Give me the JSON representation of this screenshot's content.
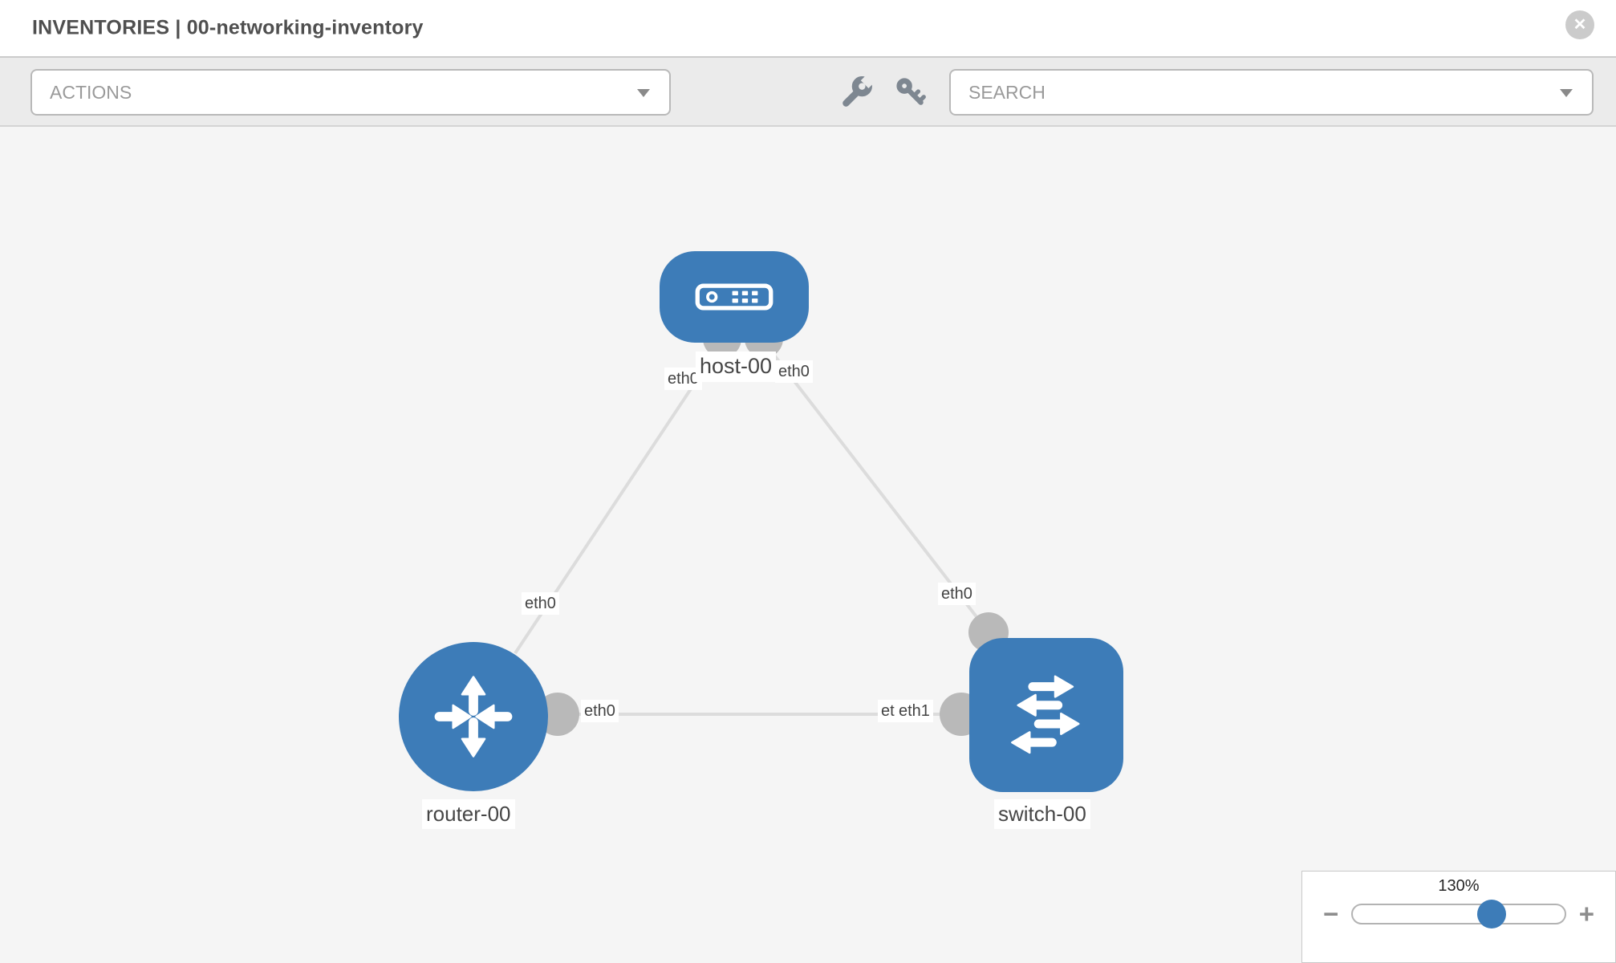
{
  "header": {
    "title": "INVENTORIES | 00-networking-inventory",
    "close_glyph": "✕"
  },
  "toolbar": {
    "actions_label": "ACTIONS",
    "search_placeholder": "SEARCH",
    "icons": [
      "wrench-icon",
      "key-icon"
    ]
  },
  "topology": {
    "nodes": [
      {
        "label": "host-00",
        "type": "host"
      },
      {
        "label": "router-00",
        "type": "router"
      },
      {
        "label": "switch-00",
        "type": "switch"
      }
    ],
    "links": [
      {
        "from": "host-00",
        "to": "router-00",
        "from_if": "eth0",
        "to_if": "eth0"
      },
      {
        "from": "host-00",
        "to": "switch-00",
        "from_if": "eth0",
        "to_if": "eth0"
      },
      {
        "from": "router-00",
        "to": "switch-00",
        "from_if": "eth0",
        "to_if": "eth1",
        "overlapped_if": "eth0"
      }
    ]
  },
  "zoom_control": {
    "level": "130%",
    "minus_glyph": "−",
    "plus_glyph": "+"
  },
  "colors": {
    "node_blue": "#3d7cb8",
    "link_gray": "#dcdcdc",
    "port_gray": "#b9b9b9",
    "icon_gray": "#7e8791",
    "toolbar_bg": "#ebebeb",
    "canvas_bg": "#f5f5f5"
  }
}
